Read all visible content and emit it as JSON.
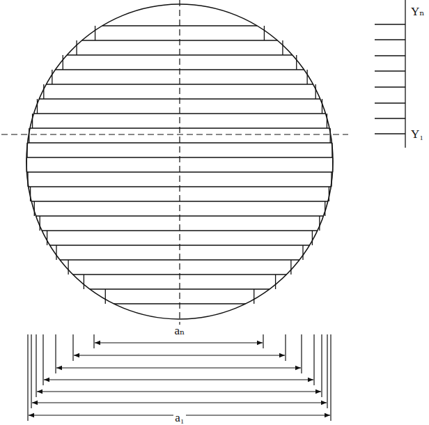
{
  "diagram": {
    "labels": [
      "Yₙ",
      "Y₁",
      "aₙ",
      "a₁"
    ]
  }
}
